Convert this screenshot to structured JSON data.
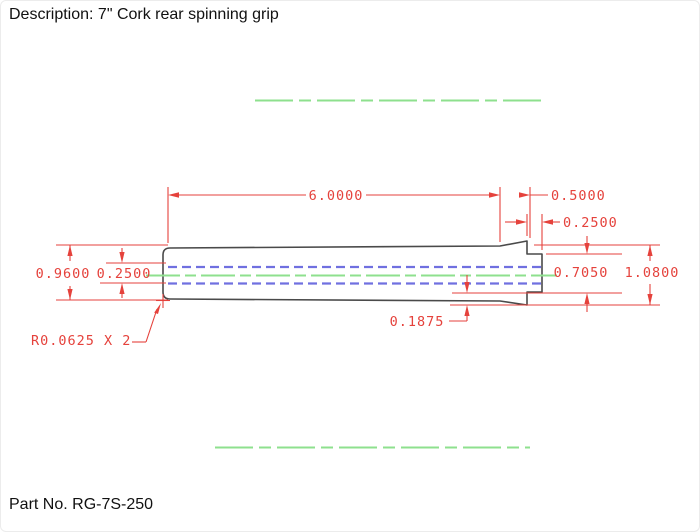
{
  "header": {
    "description": "Description: 7\" Cork rear spinning grip"
  },
  "footer": {
    "part_number": "Part No. RG-7S-250"
  },
  "drawing": {
    "part_name": "cork-rear-spinning-grip-side-view",
    "dimensions": {
      "body_length": "6.0000",
      "taper_length": "0.5000",
      "tenon_length": "0.2500",
      "body_diameter": "0.9600",
      "bore_diameter": "0.2500",
      "tenon_diameter": "0.7050",
      "max_diameter": "1.0800",
      "shoulder_step": "0.1875",
      "corner_radius_note": "R0.0625 X 2"
    },
    "colors": {
      "dimension": "#e5423c",
      "outline": "#4a4a4a",
      "centerline": "#8ee08e",
      "hidden": "#7070e0"
    }
  }
}
